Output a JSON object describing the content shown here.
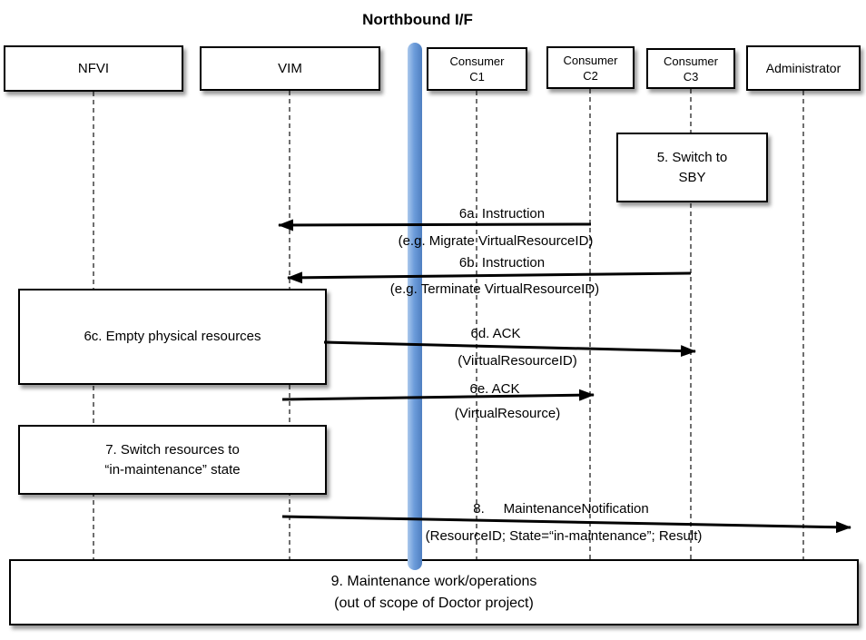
{
  "title": "Northbound I/F",
  "actors": {
    "nfvi": "NFVI",
    "vim": "VIM",
    "c1a": "Consumer",
    "c1b": "C1",
    "c2a": "Consumer",
    "c2b": "C2",
    "c3a": "Consumer",
    "c3b": "C3",
    "admin": "Administrator"
  },
  "steps": {
    "s5a": "5. Switch to",
    "s5b": "SBY",
    "s6a_label": "6a. Instruction",
    "s6a_detail": "(e.g. Migrate VirtualResourceID)",
    "s6b_label": "6b. Instruction",
    "s6b_detail": "(e.g. Terminate VirtualResourceID)",
    "s6c": "6c. Empty physical resources",
    "s6d_label": "6d. ACK",
    "s6d_detail": "(VirtualResourceID)",
    "s6e_label": "6e. ACK",
    "s6e_detail": "(VirtualResource)",
    "s7a": "7. Switch resources to",
    "s7b": "“in-maintenance” state",
    "s8_label": "8.     MaintenanceNotification",
    "s8_detail": "(ResourceID; State=“in-maintenance”; Result)",
    "s9a": "9. Maintenance work/operations",
    "s9b": "(out of scope of Doctor project)"
  },
  "colors": {
    "bar_light": "#aac8ec",
    "bar_dark": "#4f7fc0",
    "line": "#000000"
  }
}
